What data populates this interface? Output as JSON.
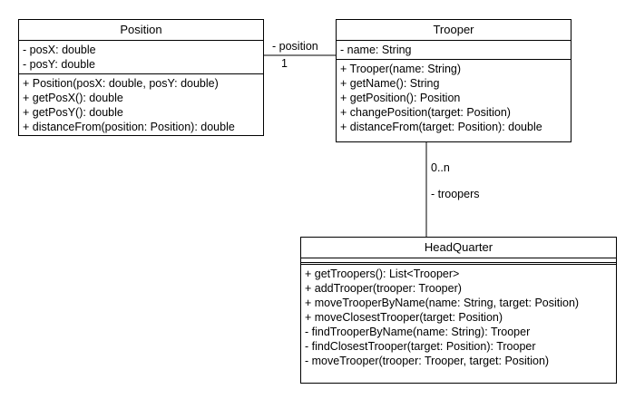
{
  "classes": {
    "position": {
      "name": "Position",
      "attributes": [
        "- posX: double",
        "- posY: double"
      ],
      "methods": [
        "+ Position(posX: double, posY: double)",
        "+ getPosX(): double",
        "+ getPosY(): double",
        "+ distanceFrom(position: Position): double"
      ]
    },
    "trooper": {
      "name": "Trooper",
      "attributes": [
        "- name: String"
      ],
      "methods": [
        "+ Trooper(name: String)",
        "+ getName(): String",
        "+ getPosition(): Position",
        "+ changePosition(target: Position)",
        "+ distanceFrom(target: Position): double"
      ]
    },
    "headquarter": {
      "name": "HeadQuarter",
      "attributes": [],
      "methods": [
        "+ getTroopers(): List<Trooper>",
        "+ addTrooper(trooper: Trooper)",
        "+ moveTrooperByName(name: String, target: Position)",
        "+ moveClosestTrooper(target: Position)",
        "- findTrooperByName(name: String): Trooper",
        "- findClosestTrooper(target: Position): Trooper",
        "- moveTrooper(trooper: Trooper, target: Position)"
      ]
    }
  },
  "associations": {
    "trooper_position": {
      "role": "- position",
      "multiplicity": "1"
    },
    "headquarter_trooper": {
      "multiplicity": "0..n",
      "role": "- troopers"
    }
  }
}
